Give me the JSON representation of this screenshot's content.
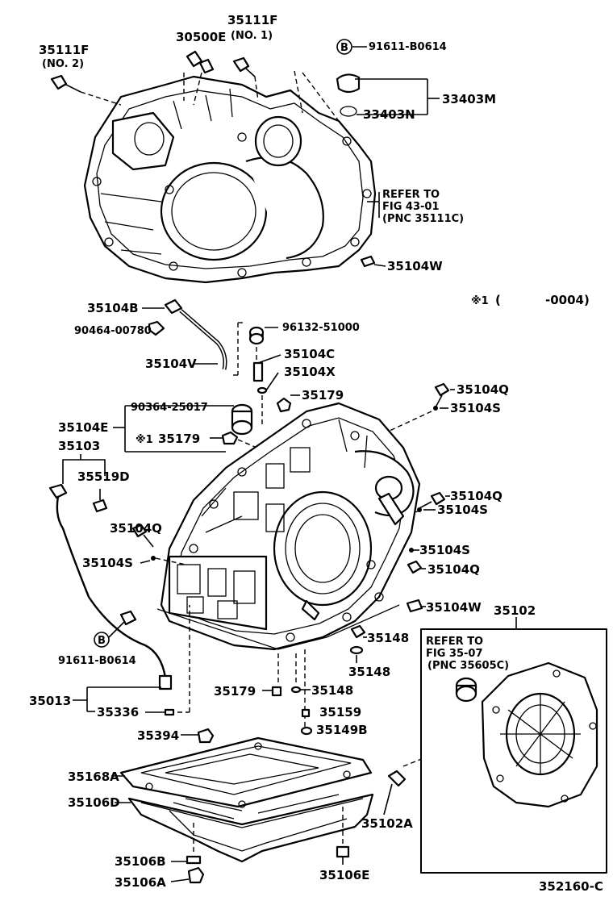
{
  "diagram_number": "352160-C",
  "note_range": {
    "marker": "※1",
    "open": "(",
    "text": "-0004)"
  },
  "refer_notes": [
    {
      "id": "refer-fig-43-01",
      "lines": [
        "REFER TO",
        "FIG 43-01",
        "(PNC 35111C)"
      ]
    },
    {
      "id": "refer-fig-35-07",
      "lines": [
        "REFER TO",
        "FIG 35-07",
        "(PNC 35605C)"
      ]
    }
  ],
  "labels": {
    "p35111F_no2_a": "35111F",
    "p35111F_no2_b": "(NO. 2)",
    "p30500E": "30500E",
    "p35111F_no1_a": "35111F",
    "p35111F_no1_b": "(NO. 1)",
    "p91611_top": "91611-B0614",
    "p33403M": "33403M",
    "p33403N": "33403N",
    "p35104W_top": "35104W",
    "p35104B": "35104B",
    "p90464": "90464-00780",
    "p96132": "96132-51000",
    "p35104V": "35104V",
    "p35104C": "35104C",
    "p35104X": "35104X",
    "p35179_a": "35179",
    "p35104Q_a": "35104Q",
    "p35104S_a": "35104S",
    "p90364": "90364-25017",
    "p35104E": "35104E",
    "p35179_b": "35179",
    "p35179_b_mark": "※1",
    "p35103": "35103",
    "p35519D": "35519D",
    "p35104Q_b": "35104Q",
    "p35104S_b": "35104S",
    "p35104Q_c": "35104Q",
    "p35104S_c": "35104S",
    "p35104S_d": "35104S",
    "p35104Q_d": "35104Q",
    "p35104W_mid": "35104W",
    "p35102": "35102",
    "p35148_a": "35148",
    "p35148_b": "35148",
    "p91611_bot": "91611-B0614",
    "p35179_c": "35179",
    "p35148_c": "35148",
    "p35013": "35013",
    "p35336": "35336",
    "p35159": "35159",
    "p35149B": "35149B",
    "p35394": "35394",
    "p35168A": "35168A",
    "p35106D": "35106D",
    "p35102A": "35102A",
    "p35106B": "35106B",
    "p35106A": "35106A",
    "p35106E": "35106E",
    "b_marker": "B"
  }
}
